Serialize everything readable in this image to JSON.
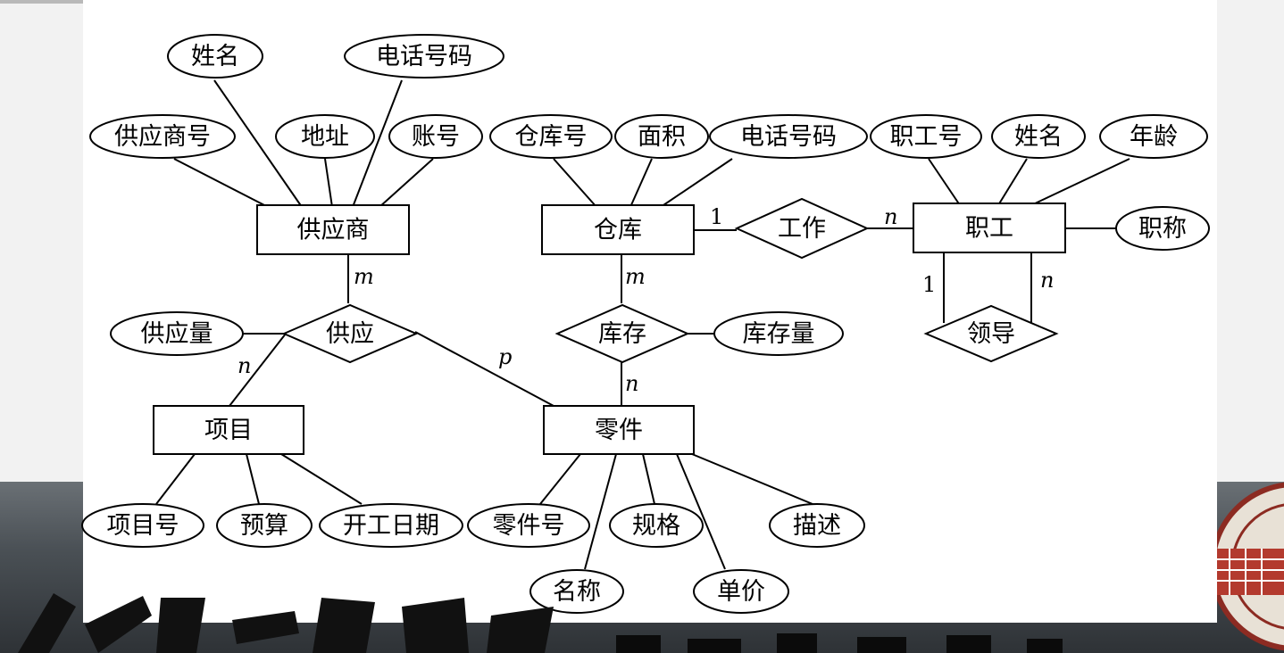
{
  "entities": {
    "supplier": "供应商",
    "warehouse": "仓库",
    "employee": "职工",
    "project": "项目",
    "part": "零件"
  },
  "relationships": {
    "supply": "供应",
    "work": "工作",
    "inventory": "库存",
    "lead": "领导"
  },
  "attributes": {
    "supplier_name": "姓名",
    "supplier_phone": "电话号码",
    "supplier_no": "供应商号",
    "supplier_address": "地址",
    "supplier_account": "账号",
    "warehouse_no": "仓库号",
    "warehouse_area": "面积",
    "warehouse_phone": "电话号码",
    "employee_no": "职工号",
    "employee_name": "姓名",
    "employee_age": "年龄",
    "employee_title": "职称",
    "supply_quantity": "供应量",
    "inventory_quantity": "库存量",
    "project_no": "项目号",
    "project_budget": "预算",
    "project_start_date": "开工日期",
    "part_no": "零件号",
    "part_spec": "规格",
    "part_desc": "描述",
    "part_name": "名称",
    "part_price": "单价"
  },
  "cardinalities": {
    "supplier_supply": "m",
    "supply_project": "n",
    "supply_part": "p",
    "warehouse_work": "1",
    "work_employee": "n",
    "warehouse_inventory": "m",
    "inventory_part": "n",
    "lead_one": "1",
    "lead_many": "n"
  },
  "colors": {
    "line": "#000000",
    "canvas": "#ffffff",
    "banner": "#4a5055"
  }
}
